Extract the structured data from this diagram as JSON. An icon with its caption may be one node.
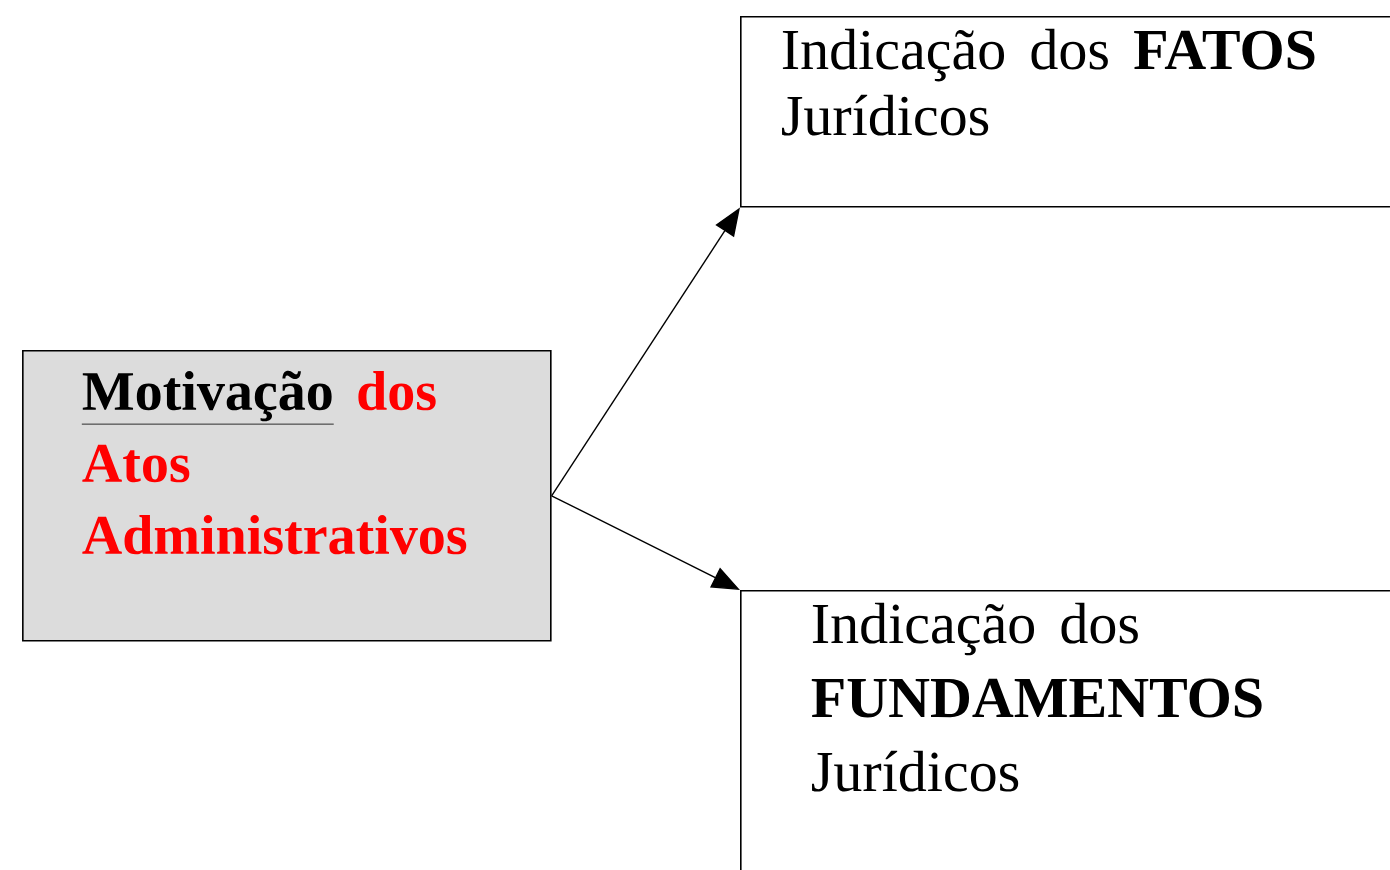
{
  "diagram": {
    "nodes": [
      {
        "text": [
          "Motivação",
          "dos Atos Administrativos"
        ]
      },
      {
        "text": [
          "Indicação dos **FATOS** Jurídicos"
        ]
      },
      {
        "text": [
          "Indicação dos **FUNDAMENTOS** Jurídicos"
        ]
      }
    ],
    "edges": [
      {
        "from": 0,
        "to": 1,
        "arrow": "to"
      },
      {
        "from": 0,
        "to": 2,
        "arrow": "to"
      }
    ]
  }
}
